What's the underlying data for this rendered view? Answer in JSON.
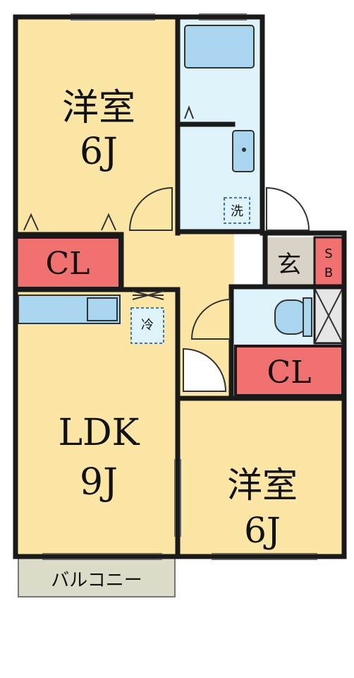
{
  "rooms": {
    "western_top": {
      "name": "洋室",
      "size": "6J"
    },
    "ldk": {
      "name": "LDK",
      "size": "9J"
    },
    "western_bottom": {
      "name": "洋室",
      "size": "6J"
    }
  },
  "closets": {
    "left": "CL",
    "right": "CL"
  },
  "fixtures": {
    "washer": "洗",
    "fridge": "冷",
    "entrance": "玄",
    "shoe_box_top": "S",
    "shoe_box_bottom": "B"
  },
  "balcony": "バルコニー",
  "colors": {
    "room_fill": "#fbe6a6",
    "closet_fill": "#f0716f",
    "wet_fill": "#dff3fb",
    "fixture_fill": "#a9d6ee",
    "wall": "#1a1a1a",
    "balcony_fill": "#dcdcc8"
  }
}
